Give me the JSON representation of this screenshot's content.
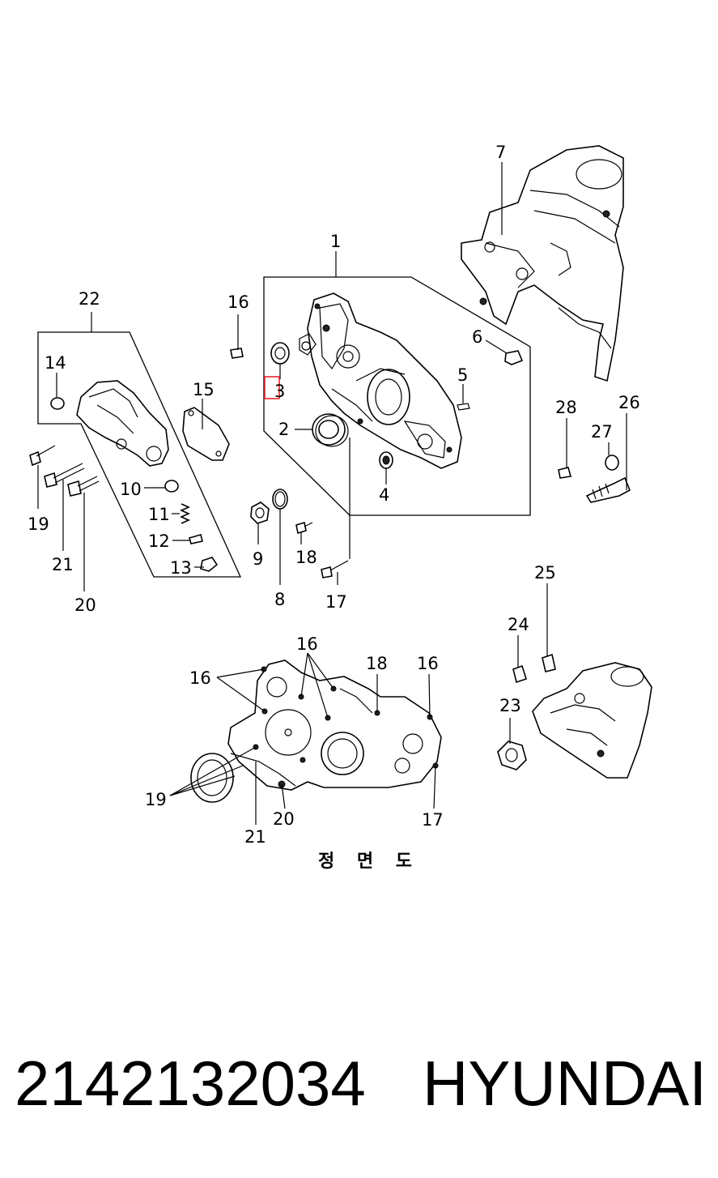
{
  "diagram": {
    "callouts": [
      "1",
      "2",
      "3",
      "4",
      "5",
      "6",
      "7",
      "8",
      "9",
      "10",
      "11",
      "12",
      "13",
      "14",
      "15",
      "16",
      "17",
      "18",
      "19",
      "20",
      "21",
      "22",
      "23",
      "24",
      "25",
      "26",
      "27",
      "28"
    ],
    "front_view": {
      "caption": "정 면 도",
      "callouts": [
        "16",
        "16",
        "18",
        "16",
        "19",
        "21",
        "20",
        "17"
      ]
    },
    "highlight_color": "#e8262a"
  },
  "footer": {
    "part_number": "2142132034",
    "brand": "HYUNDAI"
  }
}
